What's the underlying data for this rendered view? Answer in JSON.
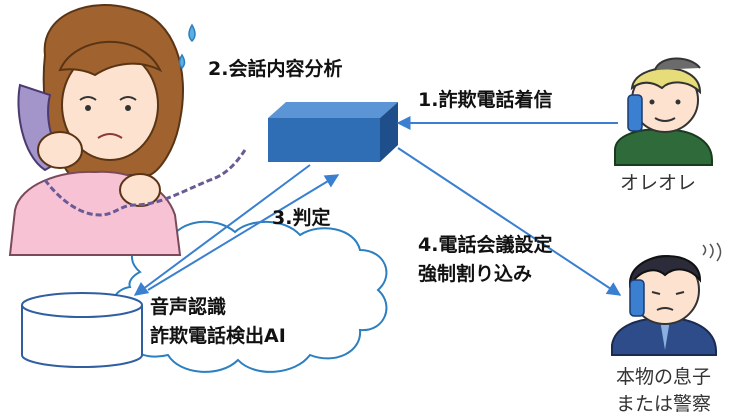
{
  "steps": {
    "step1": "1.詐欺電話着信",
    "step2": "2.会話内容分析",
    "step3": "3.判定",
    "step4_line1": "4.電話会議設定",
    "step4_line2": "強制割り込み"
  },
  "ai": {
    "line1": "音声認識",
    "line2": "詐欺電話検出AI"
  },
  "people": {
    "scammer": "オレオレ",
    "son_line1": "本物の息子",
    "son_line2": "または警察"
  },
  "colors": {
    "arrow": "#3a7fd0",
    "device_front": "#2f6db5",
    "device_top": "#5b95d6",
    "device_side": "#1f4f8a",
    "woman_shirt": "#f7c2d4",
    "phone": "#a394c9"
  },
  "icons": [
    "woman-on-phone-icon",
    "device-box-icon",
    "database-cylinder-icon",
    "cloud-icon",
    "scammer-icon",
    "son-on-phone-icon",
    "sweat-drop-icon"
  ]
}
